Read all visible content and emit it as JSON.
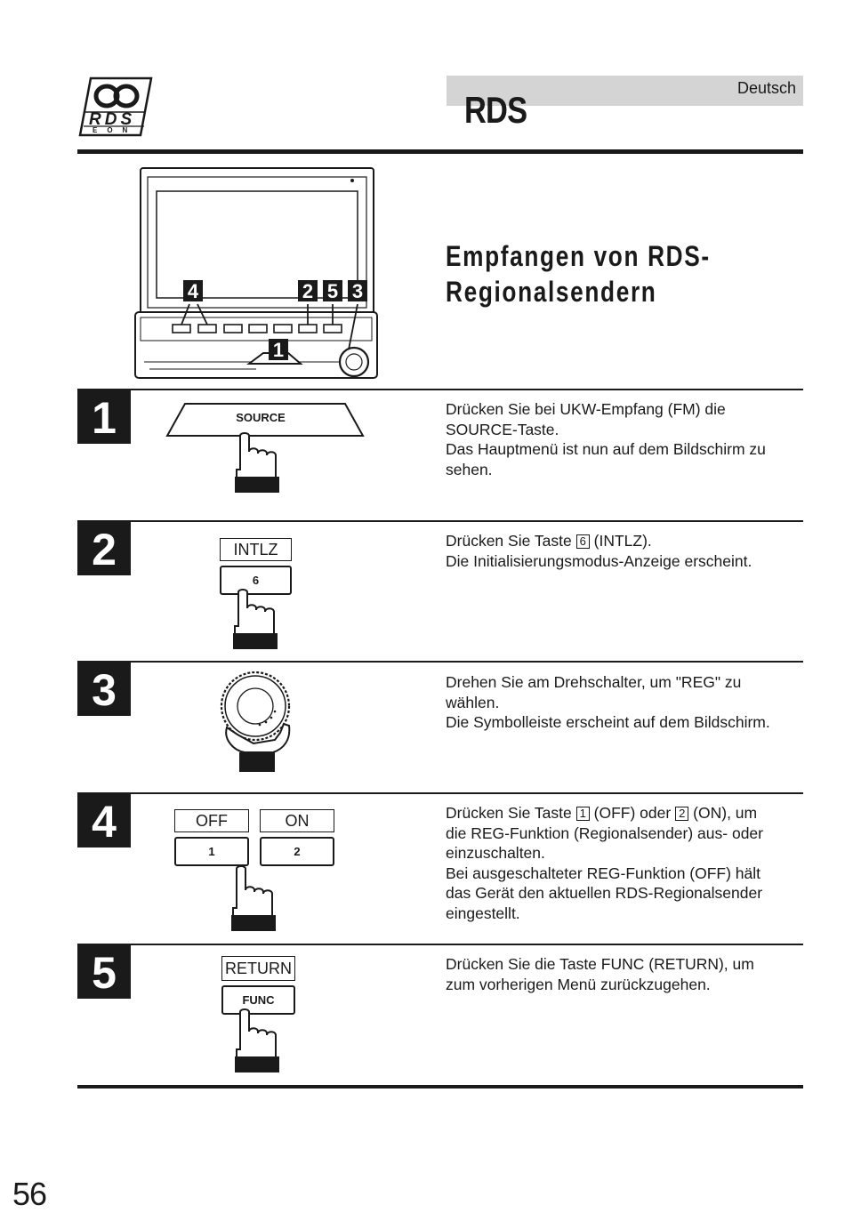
{
  "header": {
    "logo_text": "RDS",
    "logo_sub": "EON",
    "language": "Deutsch",
    "section_title": "RDS"
  },
  "page_title": {
    "line1": "Empfangen von RDS-",
    "line2": "Regionalsendern"
  },
  "device": {
    "callouts": [
      "4",
      "2",
      "5",
      "3",
      "1"
    ]
  },
  "steps": [
    {
      "number": "1",
      "button_label": "SOURCE",
      "lines": [
        "Drücken Sie bei UKW-Empfang (FM) die",
        "SOURCE-Taste.",
        "Das Hauptmenü ist nun auf dem Bildschirm zu",
        "sehen."
      ]
    },
    {
      "number": "2",
      "screen_label": "INTLZ",
      "button_label": "6",
      "text_a": "Drücken Sie Taste ",
      "key": "6",
      "text_b": " (INTLZ).",
      "line2": "Die Initialisierungsmodus-Anzeige erscheint."
    },
    {
      "number": "3",
      "lines": [
        "Drehen Sie am Drehschalter, um \"REG\" zu",
        "wählen.",
        "Die Symbolleiste erscheint auf dem Bildschirm."
      ]
    },
    {
      "number": "4",
      "screen_label_1": "OFF",
      "screen_label_2": "ON",
      "button_label_1": "1",
      "button_label_2": "2",
      "text_a": "Drücken Sie Taste ",
      "key1": "1",
      "text_b": " (OFF) oder ",
      "key2": "2",
      "text_c": " (ON), um",
      "lines": [
        "die REG-Funktion (Regionalsender) aus- oder",
        "einzuschalten.",
        "Bei ausgeschalteter REG-Funktion (OFF) hält",
        "das Gerät den aktuellen RDS-Regionalsender",
        "eingestellt."
      ]
    },
    {
      "number": "5",
      "screen_label": "RETURN",
      "button_label": "FUNC",
      "lines": [
        "Drücken Sie die Taste FUNC (RETURN), um",
        "zum vorherigen Menü zurückzugehen."
      ]
    }
  ],
  "footer": {
    "page_number": "56"
  }
}
